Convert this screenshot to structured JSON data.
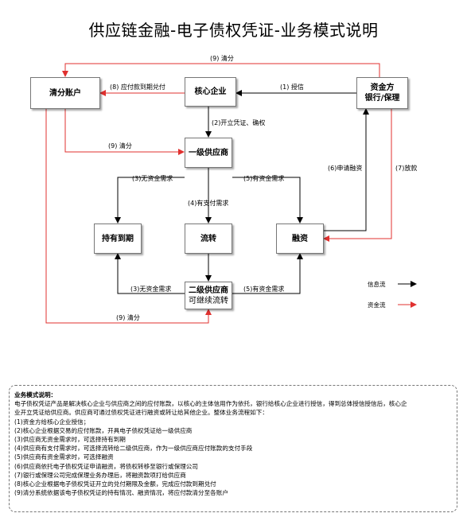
{
  "title": "供应链金融-电子债权凭证-业务模式说明",
  "nodes": {
    "clearing": "清分账户",
    "core": "核心企业",
    "funder_line1": "资金方",
    "funder_line2": "银行/保理",
    "tier1": "一级供应商",
    "hold": "持有到期",
    "transfer": "流转",
    "finance": "融资",
    "tier2_line1": "二级供应商",
    "tier2_line2": "可继续流转"
  },
  "edges": {
    "top_clear": "(9) 清分",
    "payable": "(8) 应付款到期兑付",
    "credit": "(1) 授信",
    "issue": "(2)开立凭证、确权",
    "mid_clear": "(9) 清分",
    "no_fund_1": "(3)无资金需求",
    "pay_need": "(4)有支付需求",
    "fund_need_1": "(5)有资金需求",
    "apply_finance": "(6)申请融资",
    "disburse": "(7)放款",
    "no_fund_2": "(3)无资金需求",
    "fund_need_2": "(5)有资金需求",
    "bottom_clear": "(9) 清分"
  },
  "legend": {
    "info_flow": "信息流",
    "fund_flow": "资金流"
  },
  "colors": {
    "info_flow": "#000000",
    "fund_flow": "#e0302f"
  },
  "description": {
    "heading": "业务模式说明：",
    "intro_line1": "电子债权凭证产品是解决核心企业与供应商之间的应付账款，以核心的主体信用作为依托，银行给核心企业进行授信，得到总体授信授信后，核心企",
    "intro_line2": "业开立凭证给供应商。供应商可通过债权凭证进行融资或转让给其他企业。整体业务流程如下：",
    "steps": [
      "(1)资金方给核心企业授信；",
      "(2)核心企业根据交易的应付账款，开具电子债权凭证给一级供应商",
      "(3)供应商无资金需求时，可选择持有到期",
      "(4)供应商有支付需求时，可选择流转给二级供应商，作为一级供应商应付账款的支付手段",
      "(5)供应商有资金需求时，可选择融资",
      "(6)供应商依托电子债权凭证申请融资，将债权转移至银行或保理公司",
      "(7)银行或保理公司完成保理业务办理后，将融资款项打给供应商",
      "(8)核心企业根据电子债权凭证开立的兑付期限及金额，完成应付款到期兑付",
      "(9)清分系统依据该电子债权凭证的持有情况、融资情况，将应付款清分至各账户"
    ]
  }
}
